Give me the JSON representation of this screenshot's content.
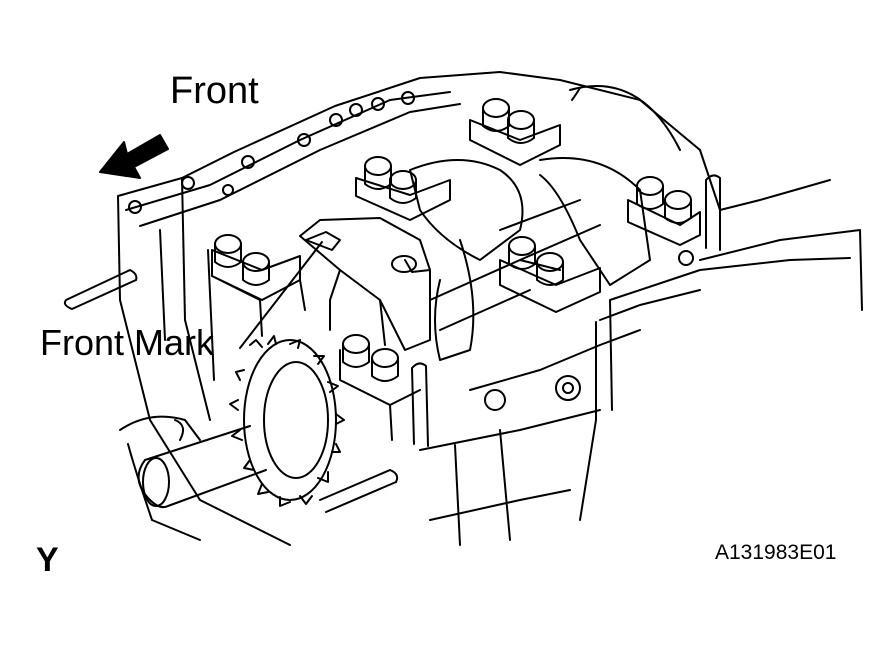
{
  "labels": {
    "front": "Front",
    "front_mark": "Front Mark",
    "view_letter": "Y",
    "figure_code": "A131983E01"
  },
  "colors": {
    "line": "#000000",
    "background": "#ffffff"
  },
  "icons": {
    "direction_arrow": "arrow-left-icon"
  }
}
